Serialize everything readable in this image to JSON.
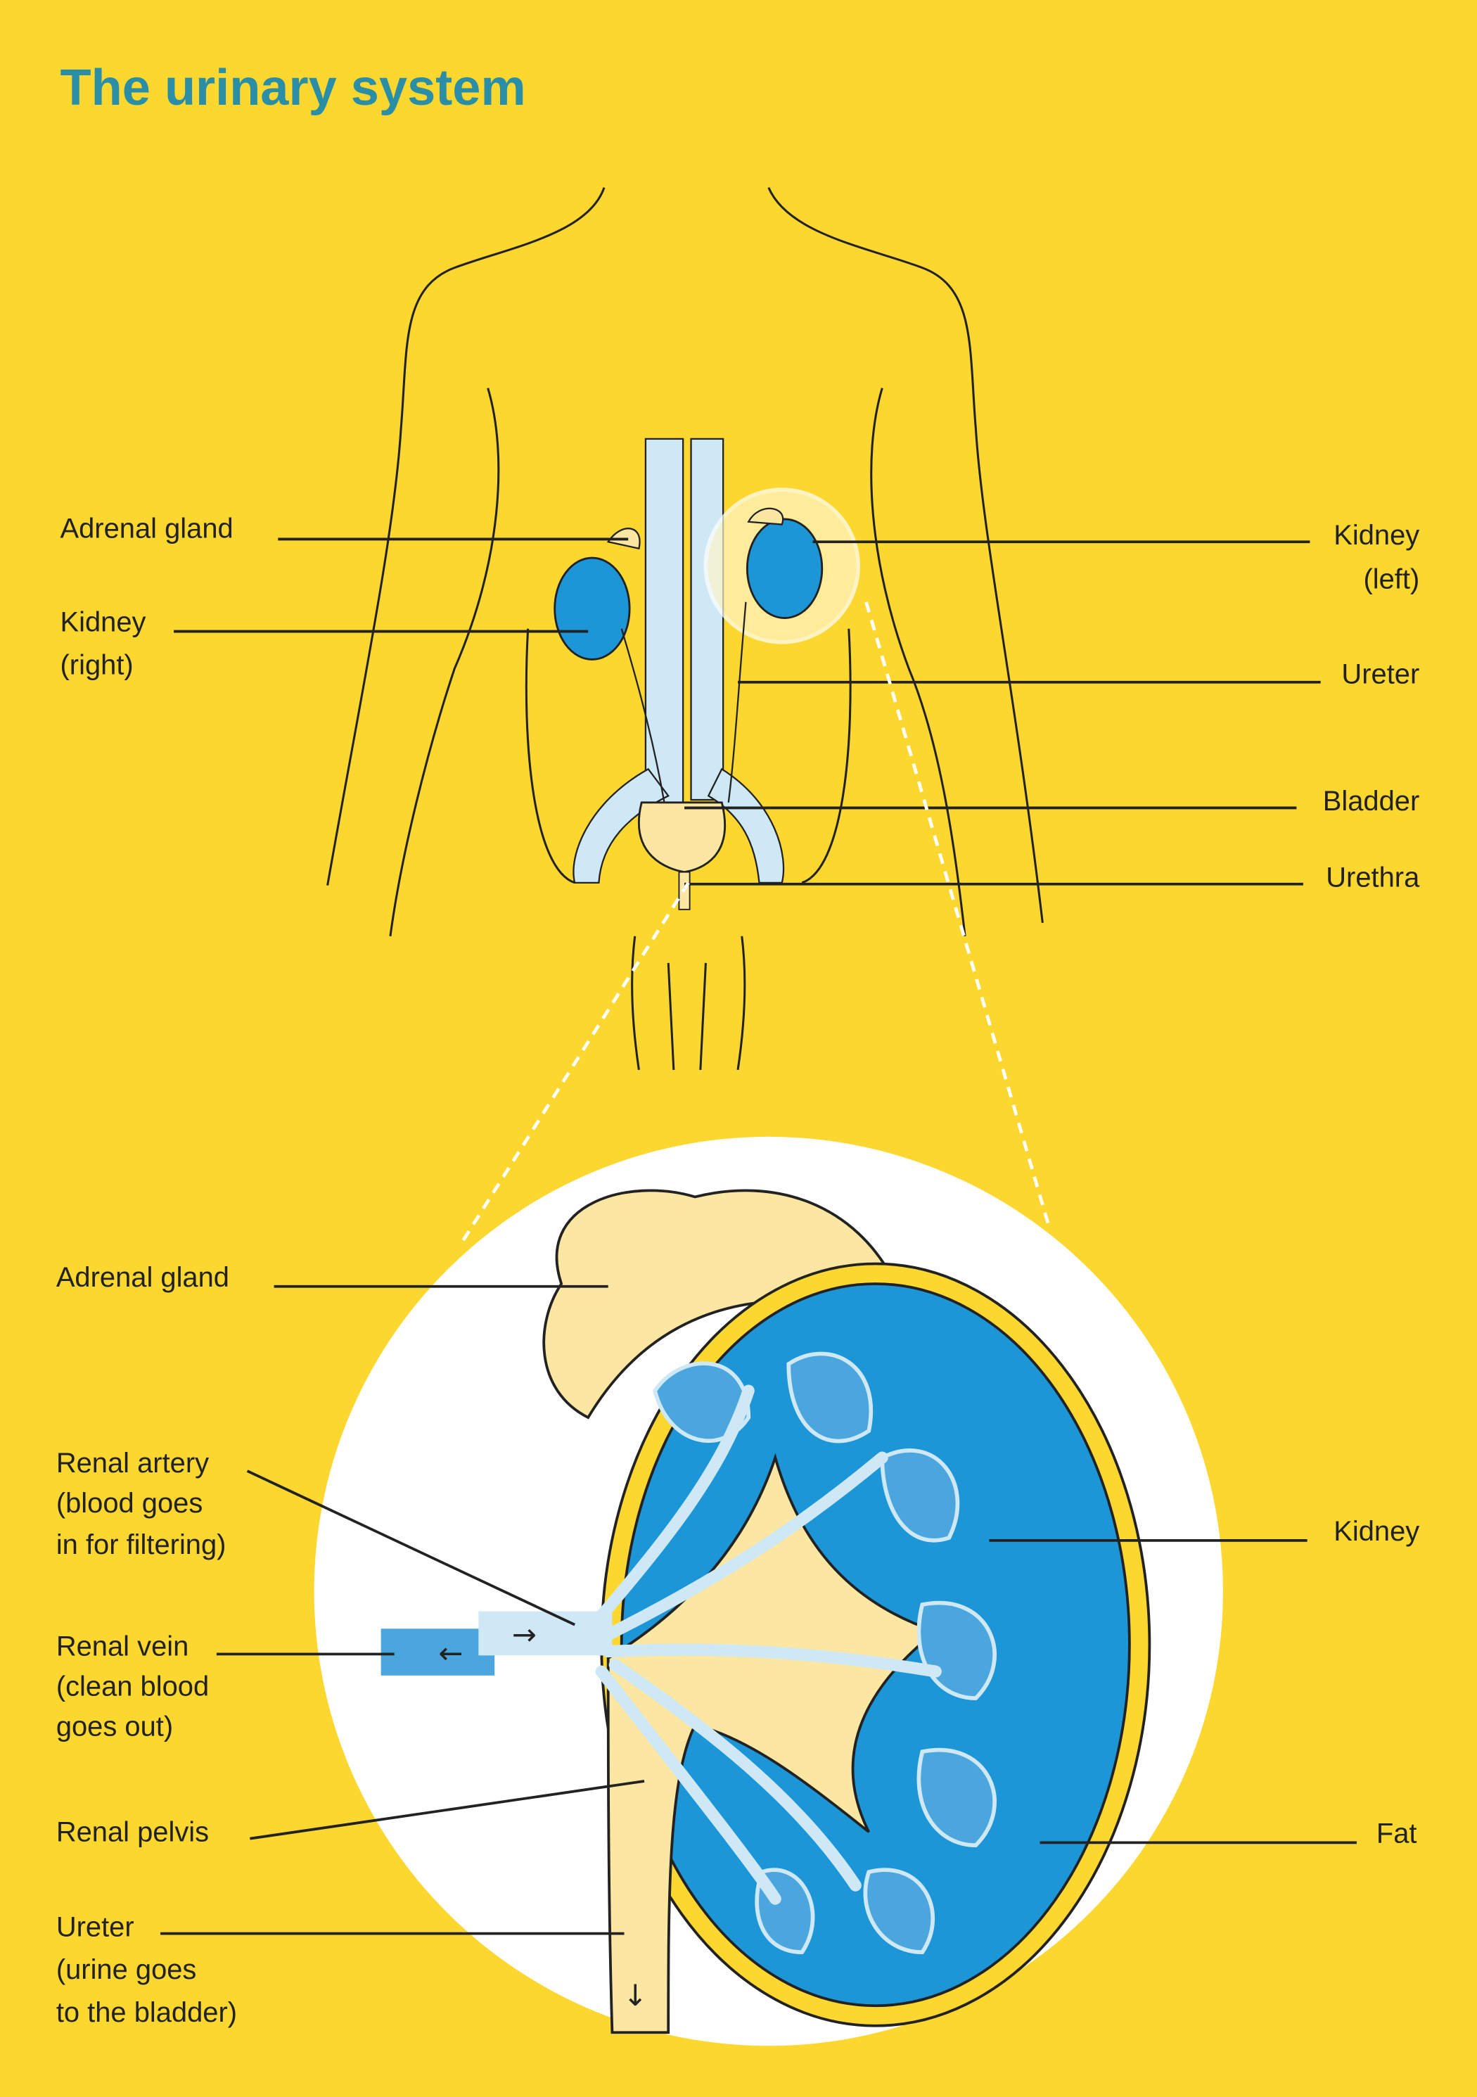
{
  "title": "The urinary system",
  "body_labels": {
    "adrenal_gland": "Adrenal gland",
    "kidney_right": [
      "Kidney",
      "(right)"
    ],
    "kidney_left": [
      "Kidney",
      "(left)"
    ],
    "ureter": "Ureter",
    "bladder": "Bladder",
    "urethra": "Urethra"
  },
  "kidney_labels": {
    "adrenal_gland": "Adrenal gland",
    "renal_artery": [
      "Renal artery",
      "(blood goes",
      "in for filtering)"
    ],
    "renal_vein": [
      "Renal vein",
      "(clean blood",
      "goes out)"
    ],
    "renal_pelvis": "Renal pelvis",
    "ureter": [
      "Ureter",
      "(urine goes",
      "to the bladder)"
    ],
    "kidney": "Kidney",
    "fat": "Fat"
  },
  "colors": {
    "background": "#fcd72f",
    "title": "#2a8fa6",
    "kidney": "#1d96d8",
    "pale": "#fbe7a2",
    "vessel": "#cfe8f5"
  }
}
